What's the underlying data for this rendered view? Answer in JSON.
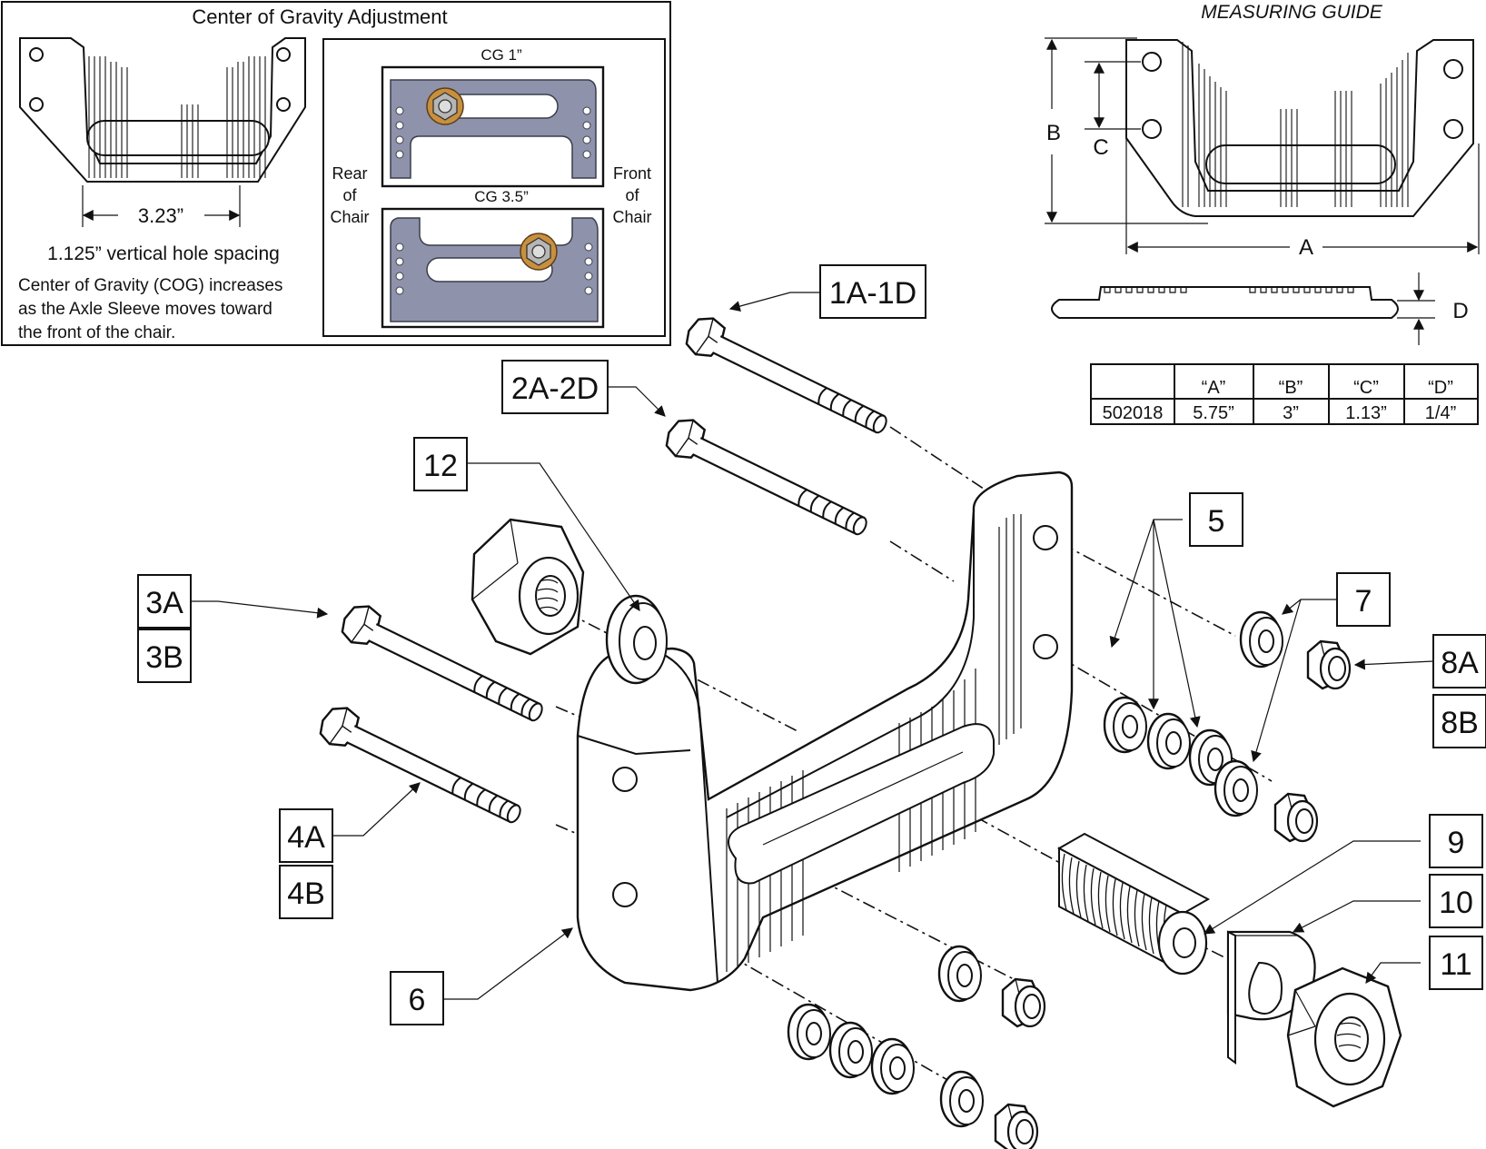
{
  "inset": {
    "title": "Center of Gravity Adjustment",
    "dimension_label": "3.23”",
    "hole_spacing_text": "1.125” vertical hole spacing",
    "note_line1": "Center of Gravity (COG) increases",
    "note_line2": "as the Axle Sleeve moves toward",
    "note_line3": "the front of the chair.",
    "cg1_label": "CG 1”",
    "cg2_label": "CG 3.5”",
    "rear_l1": "Rear",
    "rear_l2": "of",
    "rear_l3": "Chair",
    "front_l1": "Front",
    "front_l2": "of",
    "front_l3": "Chair",
    "plate_color": "#8e93ab",
    "sleeve_color": "#c8903e"
  },
  "measuring_guide": {
    "title": "MEASURING GUIDE",
    "A": "A",
    "B": "B",
    "C": "C",
    "D": "D"
  },
  "spec_table": {
    "headers": [
      "",
      "“A”",
      "“B”",
      "“C”",
      "“D”"
    ],
    "rows": [
      [
        "502018",
        "5.75”",
        "3”",
        "1.13”",
        "1/4”"
      ]
    ]
  },
  "callouts": {
    "c1": "1A-1D",
    "c2": "2A-2D",
    "c12": "12",
    "c3a": "3A",
    "c3b": "3B",
    "c4a": "4A",
    "c4b": "4B",
    "c5": "5",
    "c7": "7",
    "c8a": "8A",
    "c8b": "8B",
    "c9": "9",
    "c10": "10",
    "c11": "11",
    "c6": "6"
  }
}
